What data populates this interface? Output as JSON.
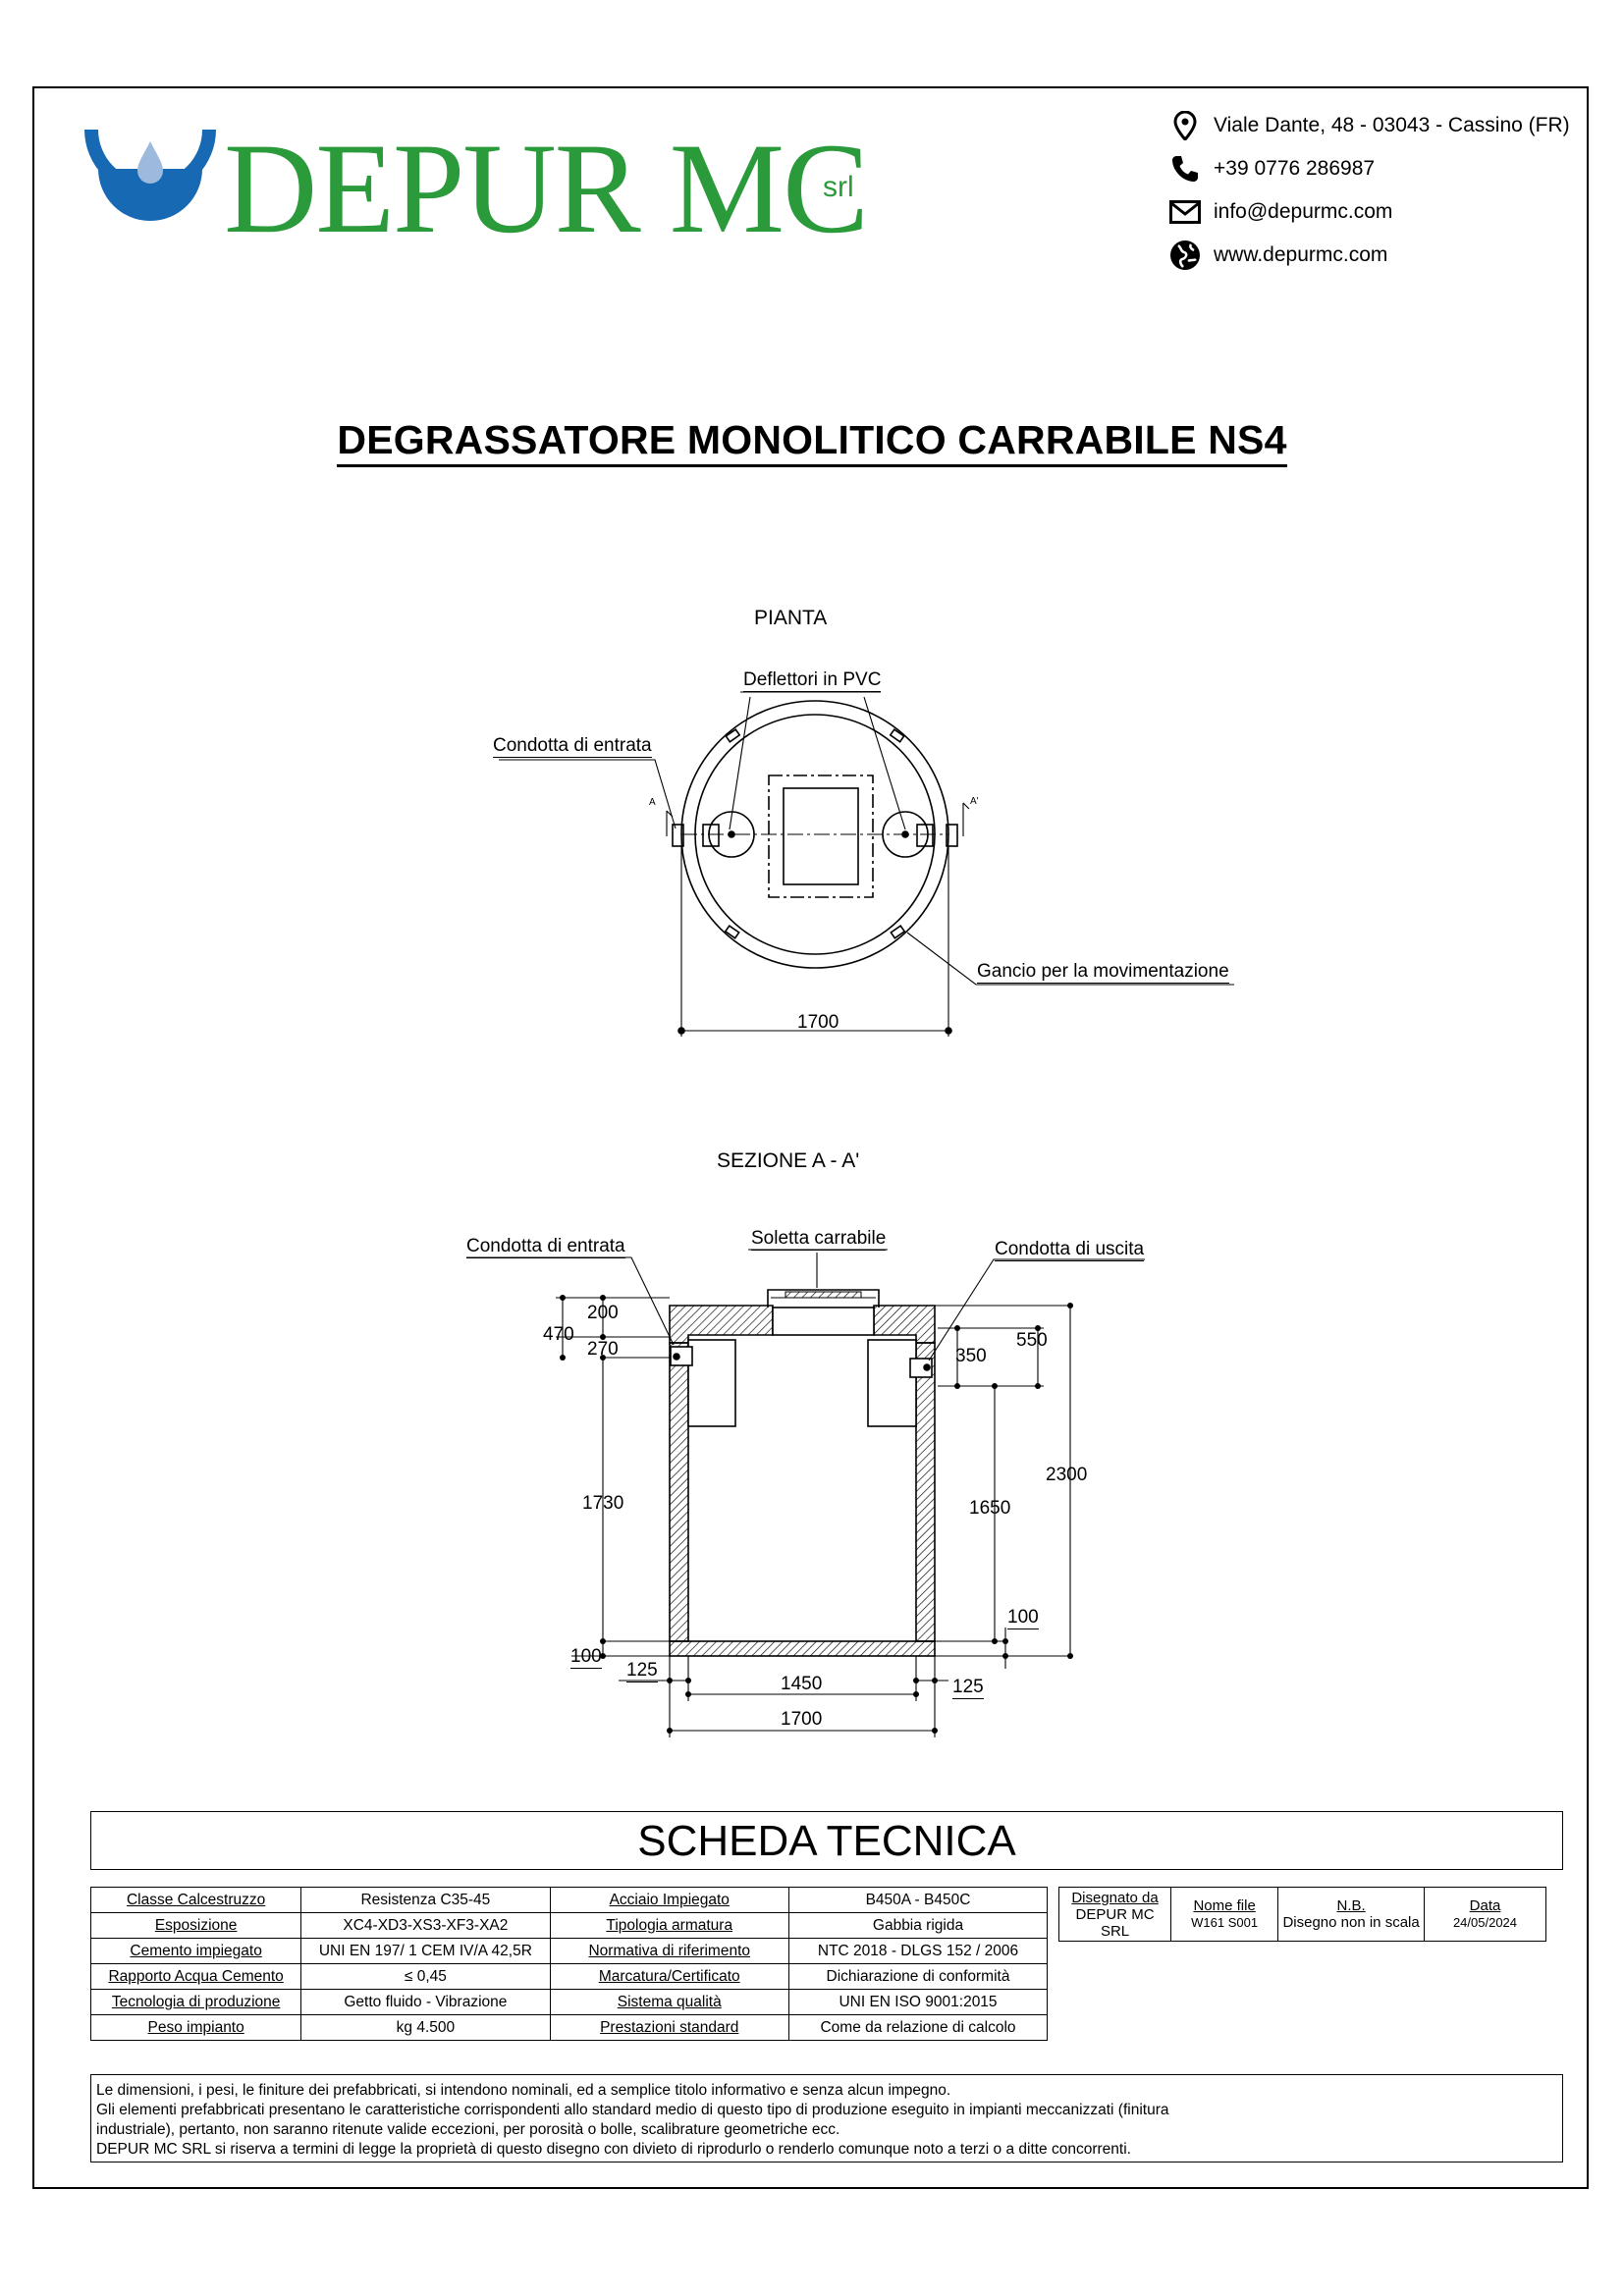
{
  "header": {
    "brand": "DEPUR MC",
    "brand_suffix": "srl",
    "brand_color": "#2a9a3a",
    "logo_blue": "#1769b3",
    "contacts": [
      {
        "icon": "location-pin-icon",
        "text": "Viale Dante, 48 - 03043 - Cassino (FR)"
      },
      {
        "icon": "phone-icon",
        "text": "+39 0776 286987"
      },
      {
        "icon": "envelope-icon",
        "text": "info@depurmc.com"
      },
      {
        "icon": "globe-icon",
        "text": "www.depurmc.com"
      }
    ]
  },
  "title": "DEGRASSATORE MONOLITICO CARRABILE NS4",
  "plan": {
    "heading": "PIANTA",
    "label_deflectors": "Deflettori in PVC",
    "label_inlet": "Condotta di entrata",
    "label_hook": "Gancio per la movimentazione",
    "marker_a": "A",
    "marker_a2": "A'",
    "dim_width": "1700"
  },
  "section": {
    "heading": "SEZIONE A - A'",
    "label_inlet": "Condotta di entrata",
    "label_slab": "Soletta carrabile",
    "label_outlet": "Condotta di uscita",
    "dims": {
      "d200": "200",
      "d470": "470",
      "d270": "270",
      "d1730": "1730",
      "d100_left": "100",
      "d125_left": "125",
      "d1450": "1450",
      "d125_right": "125",
      "d1700": "1700",
      "d550": "550",
      "d350": "350",
      "d2300": "2300",
      "d1650": "1650",
      "d100_right": "100"
    }
  },
  "scheda_title": "SCHEDA TECNICA",
  "spec_rows": [
    [
      "Classe Calcestruzzo",
      "Resistenza C35-45",
      "Acciaio Impiegato",
      "B450A - B450C"
    ],
    [
      "Esposizione",
      "XC4-XD3-XS3-XF3-XA2",
      "Tipologia armatura",
      "Gabbia rigida"
    ],
    [
      "Cemento impiegato",
      "UNI EN 197/ 1 CEM IV/A 42,5R",
      "Normativa di riferimento",
      "NTC 2018 - DLGS 152 / 2006"
    ],
    [
      "Rapporto Acqua Cemento",
      "≤ 0,45",
      "Marcatura/Certificato",
      "Dichiarazione di conformità"
    ],
    [
      "Tecnologia di produzione",
      "Getto fluido - Vibrazione",
      "Sistema qualità",
      "UNI EN ISO 9001:2015"
    ],
    [
      "Peso impianto",
      "kg 4.500",
      "Prestazioni standard",
      "Come da relazione di calcolo"
    ]
  ],
  "meta": [
    {
      "head": "Disegnato da",
      "value": "DEPUR MC SRL"
    },
    {
      "head": "Nome file",
      "value": "W161 S001"
    },
    {
      "head": "N.B.",
      "value": "Disegno non in scala"
    },
    {
      "head": "Data",
      "value": "24/05/2024"
    }
  ],
  "notes": [
    "Le dimensioni, i pesi, le finiture dei prefabbricati, si intendono nominali, ed a semplice titolo informativo e senza alcun impegno.",
    "Gli elementi prefabbricati presentano le caratteristiche corrispondenti allo standard medio di questo tipo di produzione eseguito in impianti meccanizzati (finitura",
    "industriale), pertanto, non saranno ritenute valide eccezioni, per porosità o bolle, scalibrature geometriche ecc.",
    "DEPUR MC SRL si riserva a termini di legge la proprietà di questo disegno con divieto di riprodurlo o renderlo comunque noto a terzi o a ditte concorrenti."
  ]
}
